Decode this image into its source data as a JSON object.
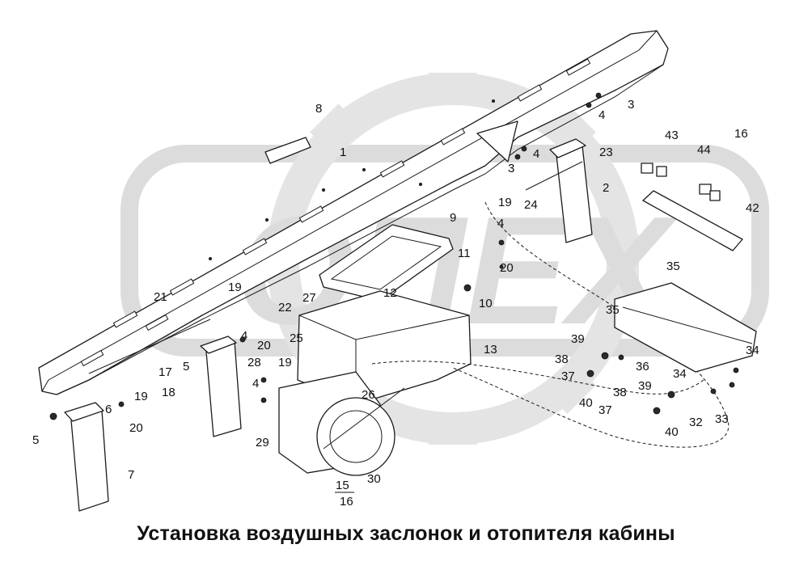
{
  "caption": "Установка воздушных заслонок и отопителя кабины",
  "watermark": {
    "text": "ОПЕХ",
    "color": "#dcdcdc"
  },
  "callouts": [
    "1",
    "2",
    "3",
    "3",
    "4",
    "4",
    "4",
    "4",
    "4",
    "5",
    "5",
    "6",
    "7",
    "8",
    "9",
    "10",
    "11",
    "12",
    "13",
    "15",
    "16",
    "16",
    "17",
    "18",
    "19",
    "19",
    "19",
    "19",
    "20",
    "20",
    "20",
    "21",
    "22",
    "23",
    "24",
    "25",
    "26",
    "27",
    "28",
    "29",
    "30",
    "32",
    "33",
    "34",
    "34",
    "35",
    "35",
    "36",
    "37",
    "37",
    "38",
    "38",
    "39",
    "39",
    "40",
    "40",
    "42",
    "43",
    "44"
  ]
}
